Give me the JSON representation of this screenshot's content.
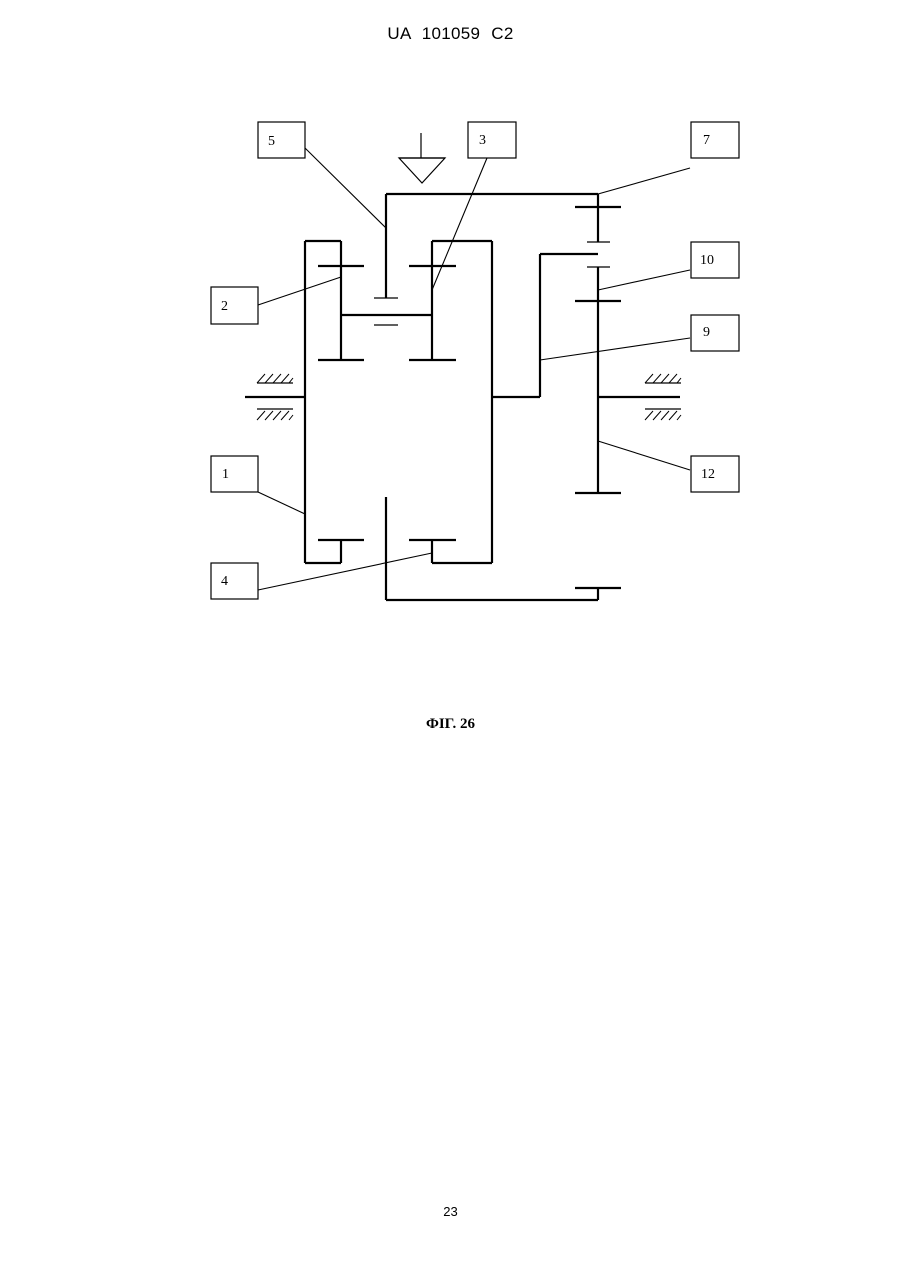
{
  "header": {
    "patent_number": "UA   101059   C2"
  },
  "figure": {
    "caption": "ФІГ. 26",
    "callouts": [
      "1",
      "2",
      "3",
      "4",
      "5",
      "7",
      "9",
      "10",
      "12"
    ]
  },
  "footer": {
    "page_number": "23"
  }
}
